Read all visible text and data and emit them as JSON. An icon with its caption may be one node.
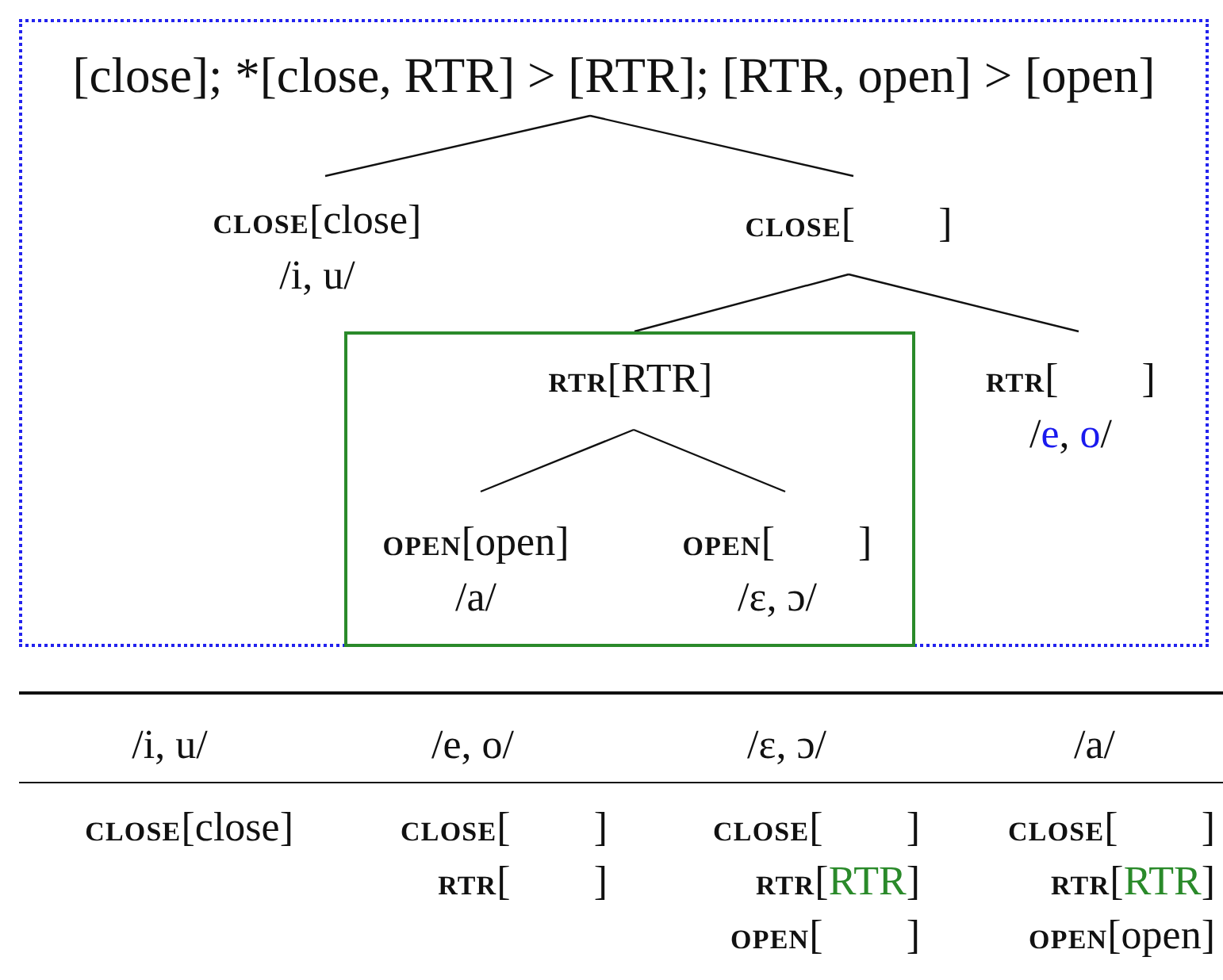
{
  "diagram": {
    "nodes": [
      {
        "text": [],
        "shape": "box"
      },
      {
        "text": [
          "[close]; *[close, RTR] > [RTR]; [RTR, open] > [open]"
        ],
        "in": 0
      },
      {
        "text": [
          "**CLOSE**[close]",
          "/i, u/"
        ],
        "in": 0
      },
      {
        "text": [
          "**CLOSE**[ ]"
        ],
        "in": 0
      },
      {
        "text": [],
        "shape": "box",
        "in": 0
      },
      {
        "text": [
          "**RTR**[RTR]"
        ],
        "in": 4
      },
      {
        "text": [
          "**RTR**[ ]",
          "/e, o/"
        ],
        "in": 0
      },
      {
        "text": [
          "**OPEN**[open]",
          "/a/"
        ],
        "in": 4
      },
      {
        "text": [
          "**OPEN**[ ]",
          "/ɛ, ɔ/"
        ],
        "in": 4
      }
    ],
    "edges": [
      {
        "from": 1,
        "to": 2,
        "arrow": "none"
      },
      {
        "from": 1,
        "to": 3,
        "arrow": "none"
      },
      {
        "from": 3,
        "to": 4,
        "arrow": "none"
      },
      {
        "from": 3,
        "to": 6,
        "arrow": "none"
      },
      {
        "from": 5,
        "to": 7,
        "arrow": "none"
      },
      {
        "from": 5,
        "to": 8,
        "arrow": "none"
      }
    ],
    "labels": [
      "/i, u/",
      "/e, o/",
      "/ɛ, ɔ/",
      "/a/",
      "**CLOSE**[close]",
      "**CLOSE**[ ]",
      "**CLOSE**[ ]",
      "**CLOSE**[ ]",
      "**RTR**[ ]",
      "**RTR**[RTR]",
      "**RTR**[RTR]",
      "**OPEN**[ ]",
      "**OPEN**[open]"
    ]
  }
}
